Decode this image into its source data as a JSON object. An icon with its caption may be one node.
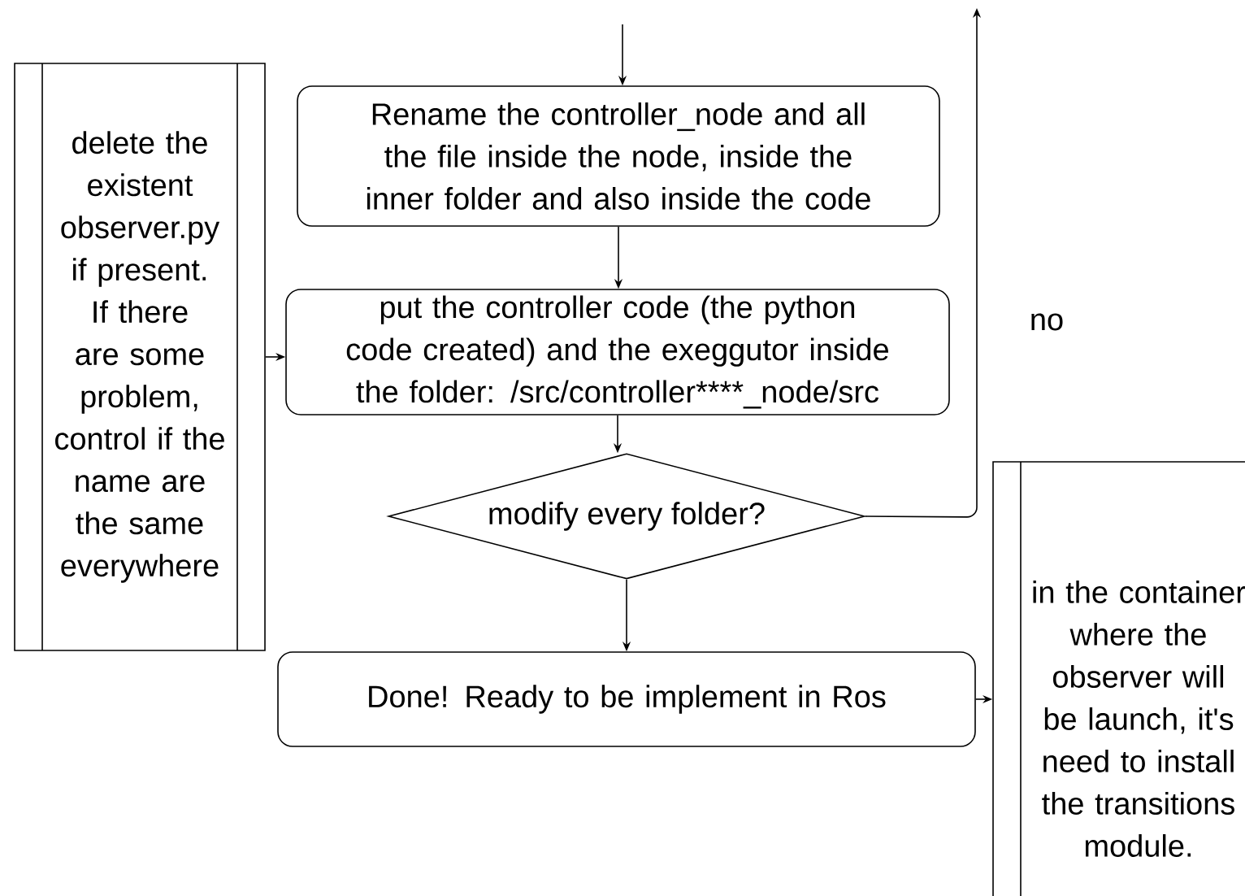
{
  "diagram": {
    "nodes": [
      {
        "text": [
          "delete the existent observer.py if present. If there are some problem, control if the name are the same everywhere"
        ]
      },
      {
        "text": [
          "Rename the controller_node and all the file inside the node, inside the inner folder and also inside the code"
        ]
      },
      {
        "text": [
          "put the controller code (the python code created) and the exeggutor inside the folder: /src/controller****_node/src"
        ]
      },
      {
        "text": [
          "modify every folder?"
        ]
      },
      {
        "text": [
          "Done! Ready to be implement in Ros"
        ]
      },
      {
        "text": [
          "in the container where the observer will be launch, it's need to install the transitions module."
        ]
      }
    ],
    "edges": [
      {
        "from": null,
        "to": 1,
        "arrow": "to"
      },
      {
        "from": 1,
        "to": 2,
        "arrow": "to"
      },
      {
        "from": 0,
        "to": 2,
        "arrow": "to"
      },
      {
        "from": 2,
        "to": 3,
        "arrow": "to"
      },
      {
        "from": 3,
        "to": null,
        "arrow": "to",
        "label": "no"
      },
      {
        "from": 3,
        "to": 4,
        "arrow": "to"
      },
      {
        "from": 4,
        "to": 5,
        "arrow": "to"
      }
    ]
  }
}
